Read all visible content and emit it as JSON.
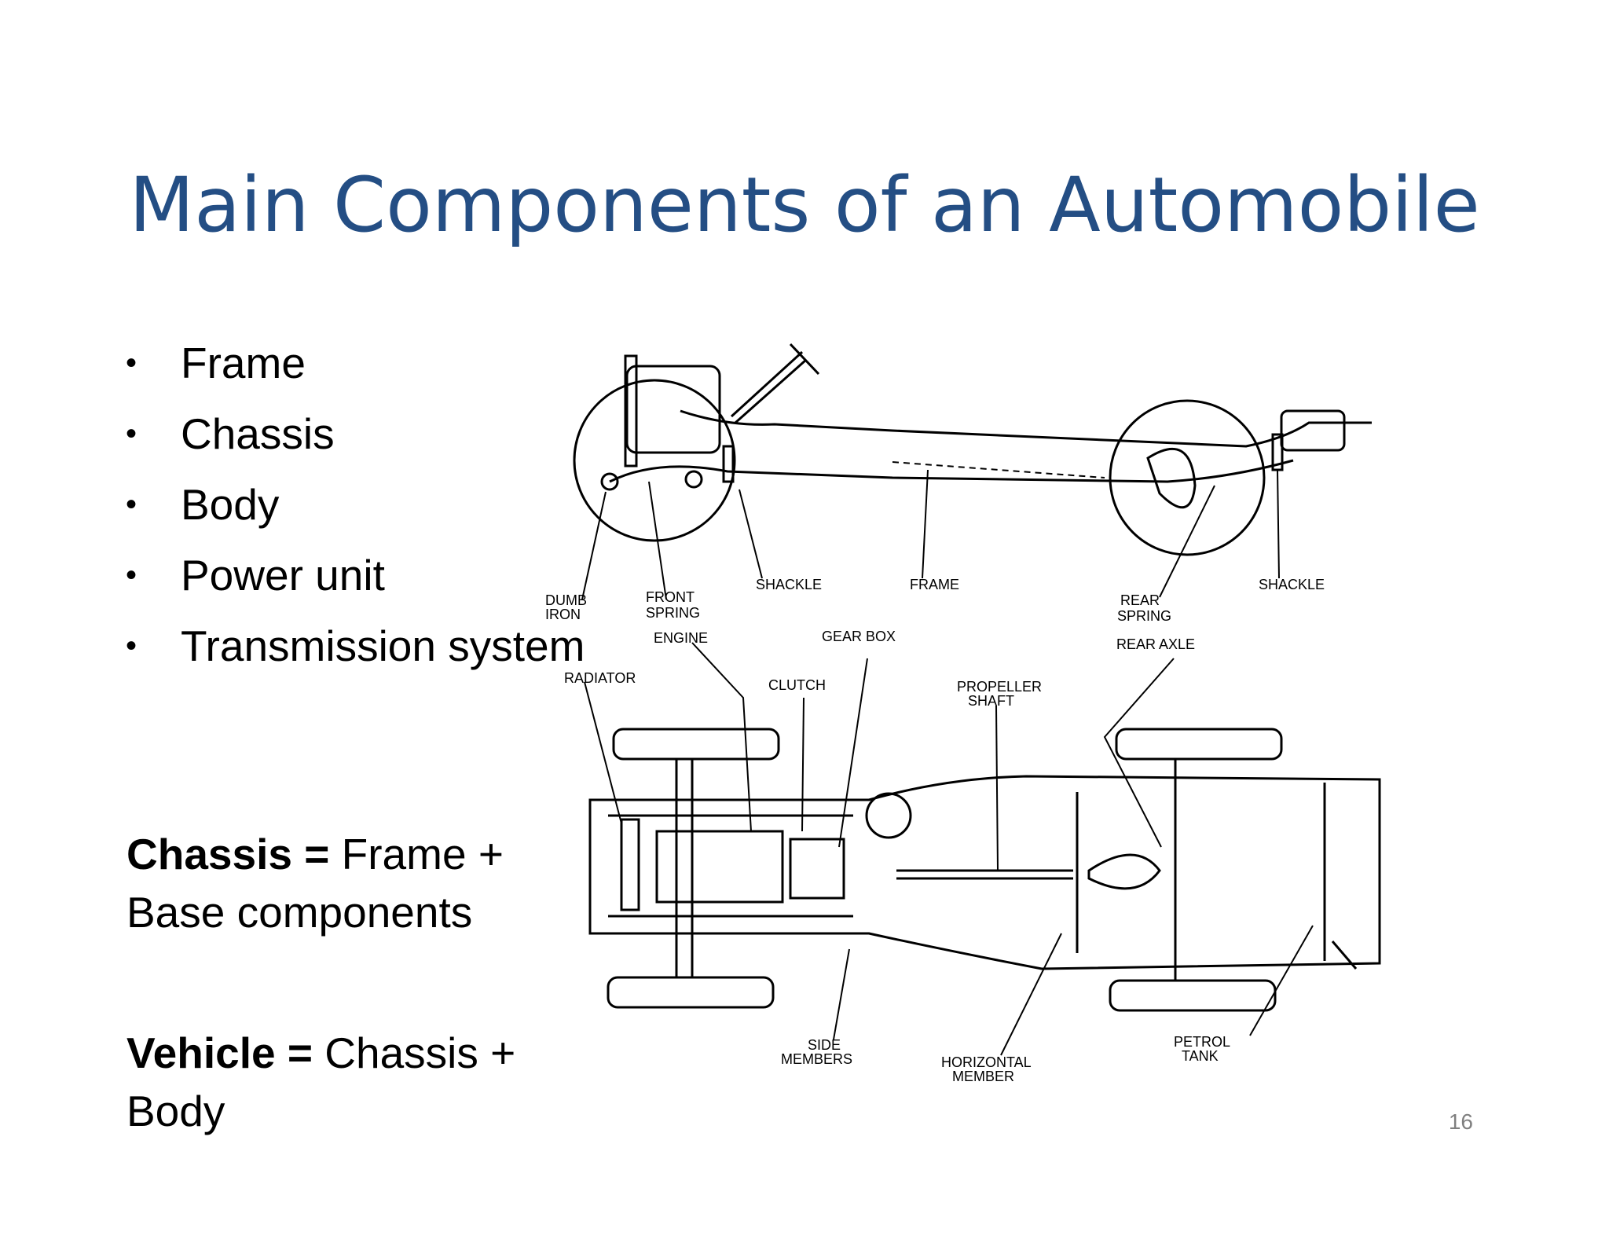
{
  "title": "Main Components of an Automobile",
  "bullets": [
    "Frame",
    "Chassis",
    "Body",
    "Power unit",
    "Transmission system"
  ],
  "chassis_eq": {
    "term": "Chassis =",
    "rest": " Frame + Base components"
  },
  "vehicle_eq": {
    "term": "Vehicle =",
    "rest": " Chassis + Body"
  },
  "page_number": "16",
  "diagram_labels": {
    "dumb_iron": [
      "DUMB",
      "IRON"
    ],
    "front_spring": [
      "FRONT",
      "SPRING"
    ],
    "shackle_front": "SHACKLE",
    "frame": "FRAME",
    "rear_spring": [
      "REAR",
      "SPRING"
    ],
    "shackle_rear": "SHACKLE",
    "engine": "ENGINE",
    "gear_box": "GEAR BOX",
    "rear_axle": "REAR AXLE",
    "radiator": "RADIATOR",
    "clutch": "CLUTCH",
    "propeller_shaft": [
      "PROPELLER",
      "SHAFT"
    ],
    "side_members": [
      "SIDE",
      "MEMBERS"
    ],
    "horizontal_member": [
      "HORIZONTAL",
      "MEMBER"
    ],
    "petrol_tank": [
      "PETROL",
      "TANK"
    ]
  }
}
